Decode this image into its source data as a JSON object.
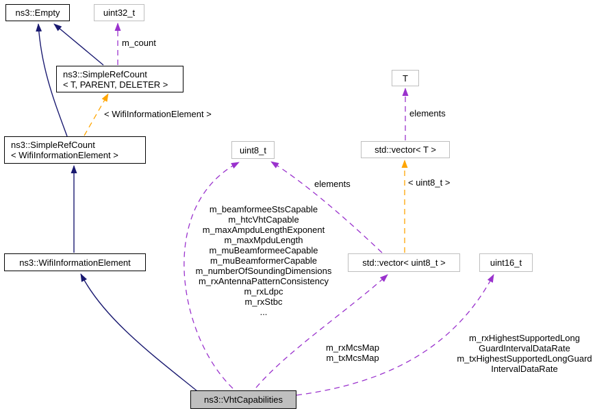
{
  "diagram": {
    "kind": "collaboration-graph",
    "focus_class": "ns3::VhtCapabilities",
    "colors": {
      "inheritance_edge": "#191970",
      "usage_edge": "#9a32cd",
      "template_edge": "#ffa500",
      "focus_node_fill": "#bfbfbf",
      "external_node_border": "#bebebe",
      "class_node_border": "#000000",
      "background": "#ffffff"
    },
    "nodes": {
      "empty": {
        "label": "ns3::Empty"
      },
      "uint32_t": {
        "label": "uint32_t"
      },
      "simple_ref_count_template": {
        "label": "ns3::SimpleRefCount\n< T, PARENT, DELETER >"
      },
      "simple_ref_count_wifi": {
        "label": "ns3::SimpleRefCount\n< WifiInformationElement >"
      },
      "wifi_information_element": {
        "label": "ns3::WifiInformationElement"
      },
      "uint8_t": {
        "label": "uint8_t"
      },
      "t": {
        "label": "T"
      },
      "vector_t": {
        "label": "std::vector< T >"
      },
      "vector_uint8_t": {
        "label": "std::vector< uint8_t >"
      },
      "uint16_t": {
        "label": "uint16_t"
      },
      "vht_capabilities": {
        "label": "ns3::VhtCapabilities"
      }
    },
    "edge_labels": {
      "m_count": "m_count",
      "template_wifi": "< WifiInformationElement >",
      "elements_t": "elements",
      "elements_uint8": "elements",
      "template_uint8": "< uint8_t >",
      "member_fields": "m_beamformeeStsCapable\nm_htcVhtCapable\nm_maxAmpduLengthExponent\nm_maxMpduLength\nm_muBeamformeeCapable\nm_muBeamformerCapable\nm_numberOfSoundingDimensions\nm_rxAntennaPatternConsistency\nm_rxLdpc\nm_rxStbc\n...",
      "mcs_maps": "m_rxMcsMap\nm_txMcsMap",
      "highest_rates": "m_rxHighestSupportedLong\nGuardIntervalDataRate\nm_txHighestSupportedLongGuard\nIntervalDataRate"
    }
  }
}
